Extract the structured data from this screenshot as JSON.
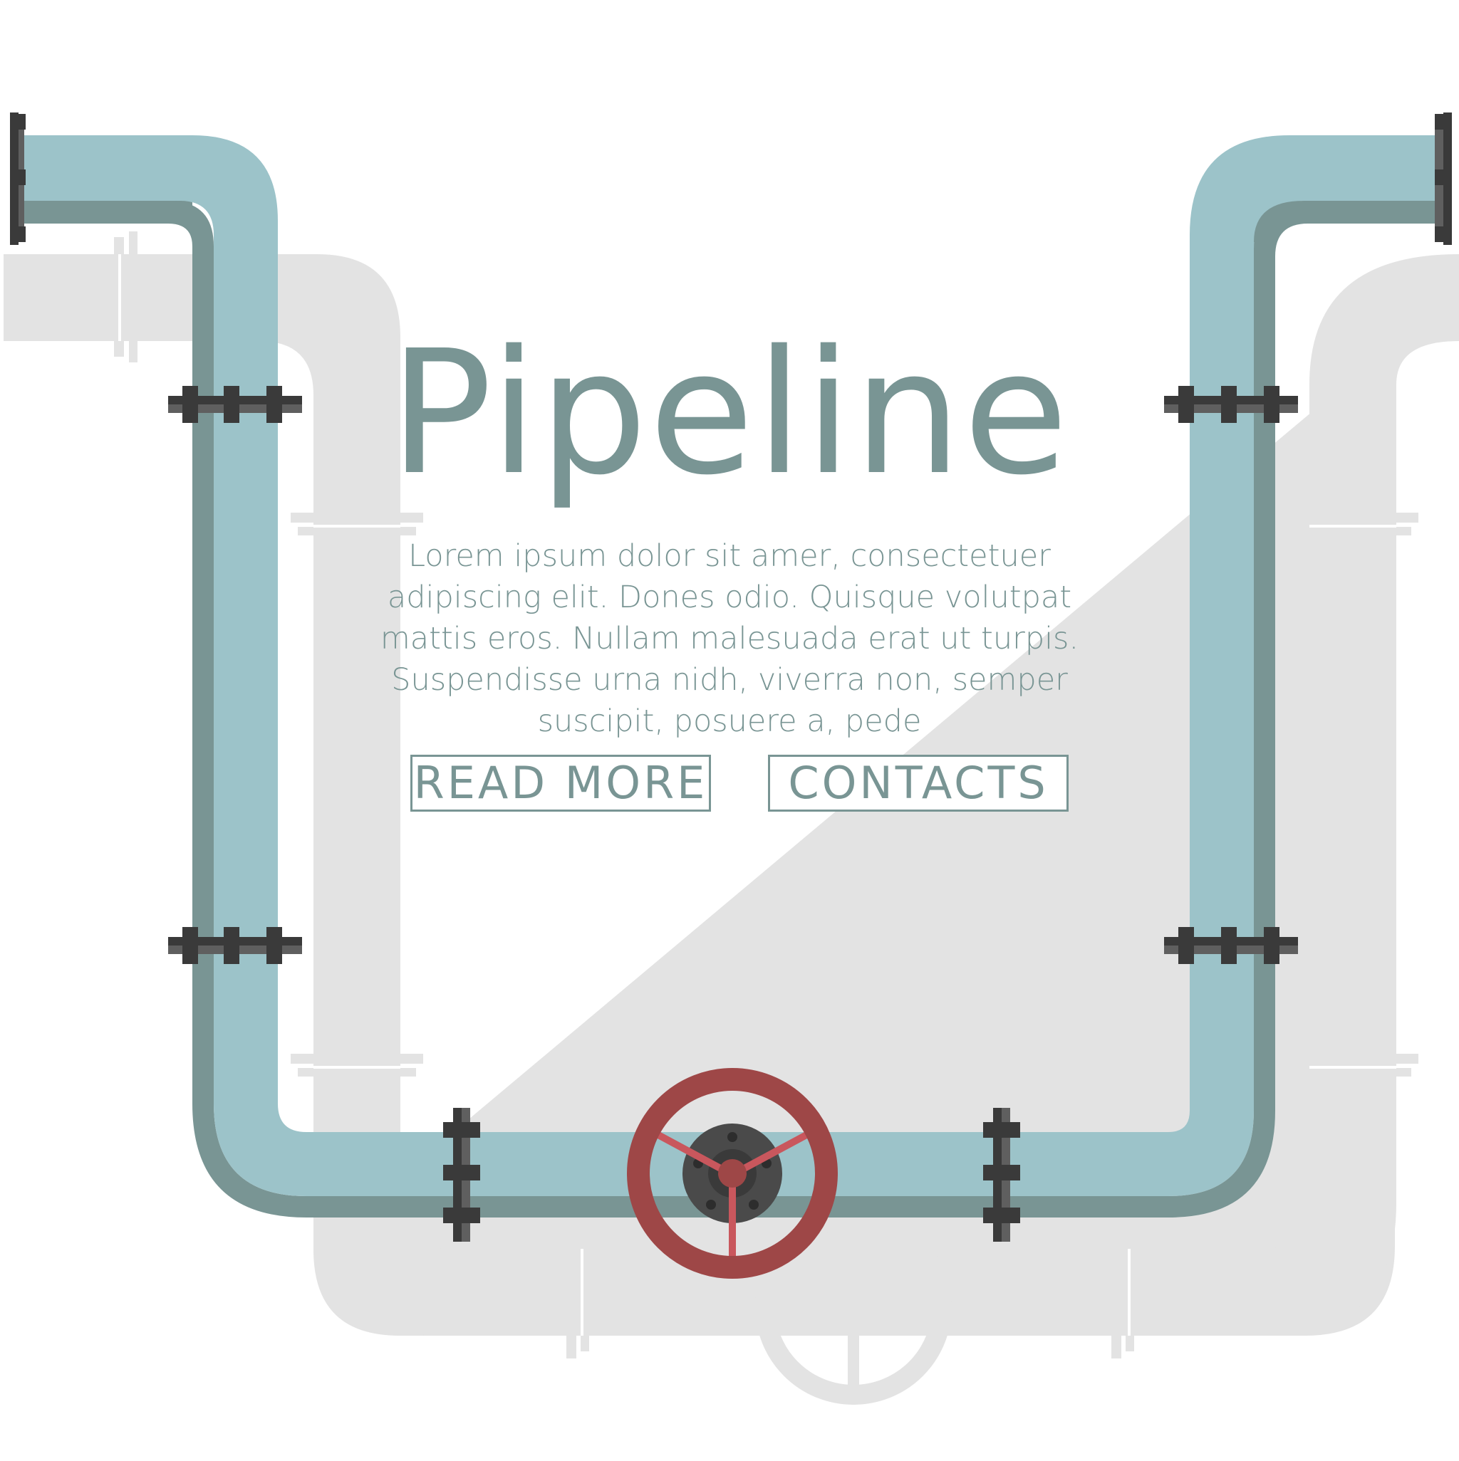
{
  "hero": {
    "title": "Pipeline",
    "body": "Lorem ipsum dolor sit amer, consectetuer adipiscing elit. Dones odio. Quisque volutpat mattis eros. Nullam malesuada erat ut turpis. Suspendisse urna nidh, viverra non, semper suscipit, posuere a, pede"
  },
  "buttons": {
    "read_more": "READ MORE",
    "contacts": "CONTACTS"
  },
  "colors": {
    "pipe_light": "#9cc3c9",
    "pipe_dark": "#799594",
    "shadow_pipe": "#e3e3e3",
    "flange": "#3a3a3a",
    "flange_light": "#5f5f5f",
    "wheel": "#9e4747",
    "wheel_spoke": "#c9575d",
    "hub": "#4a4a4a",
    "text": "#799594"
  },
  "icons": {
    "valve": "valve-wheel-icon",
    "shadow_valve": "valve-wheel-icon"
  }
}
